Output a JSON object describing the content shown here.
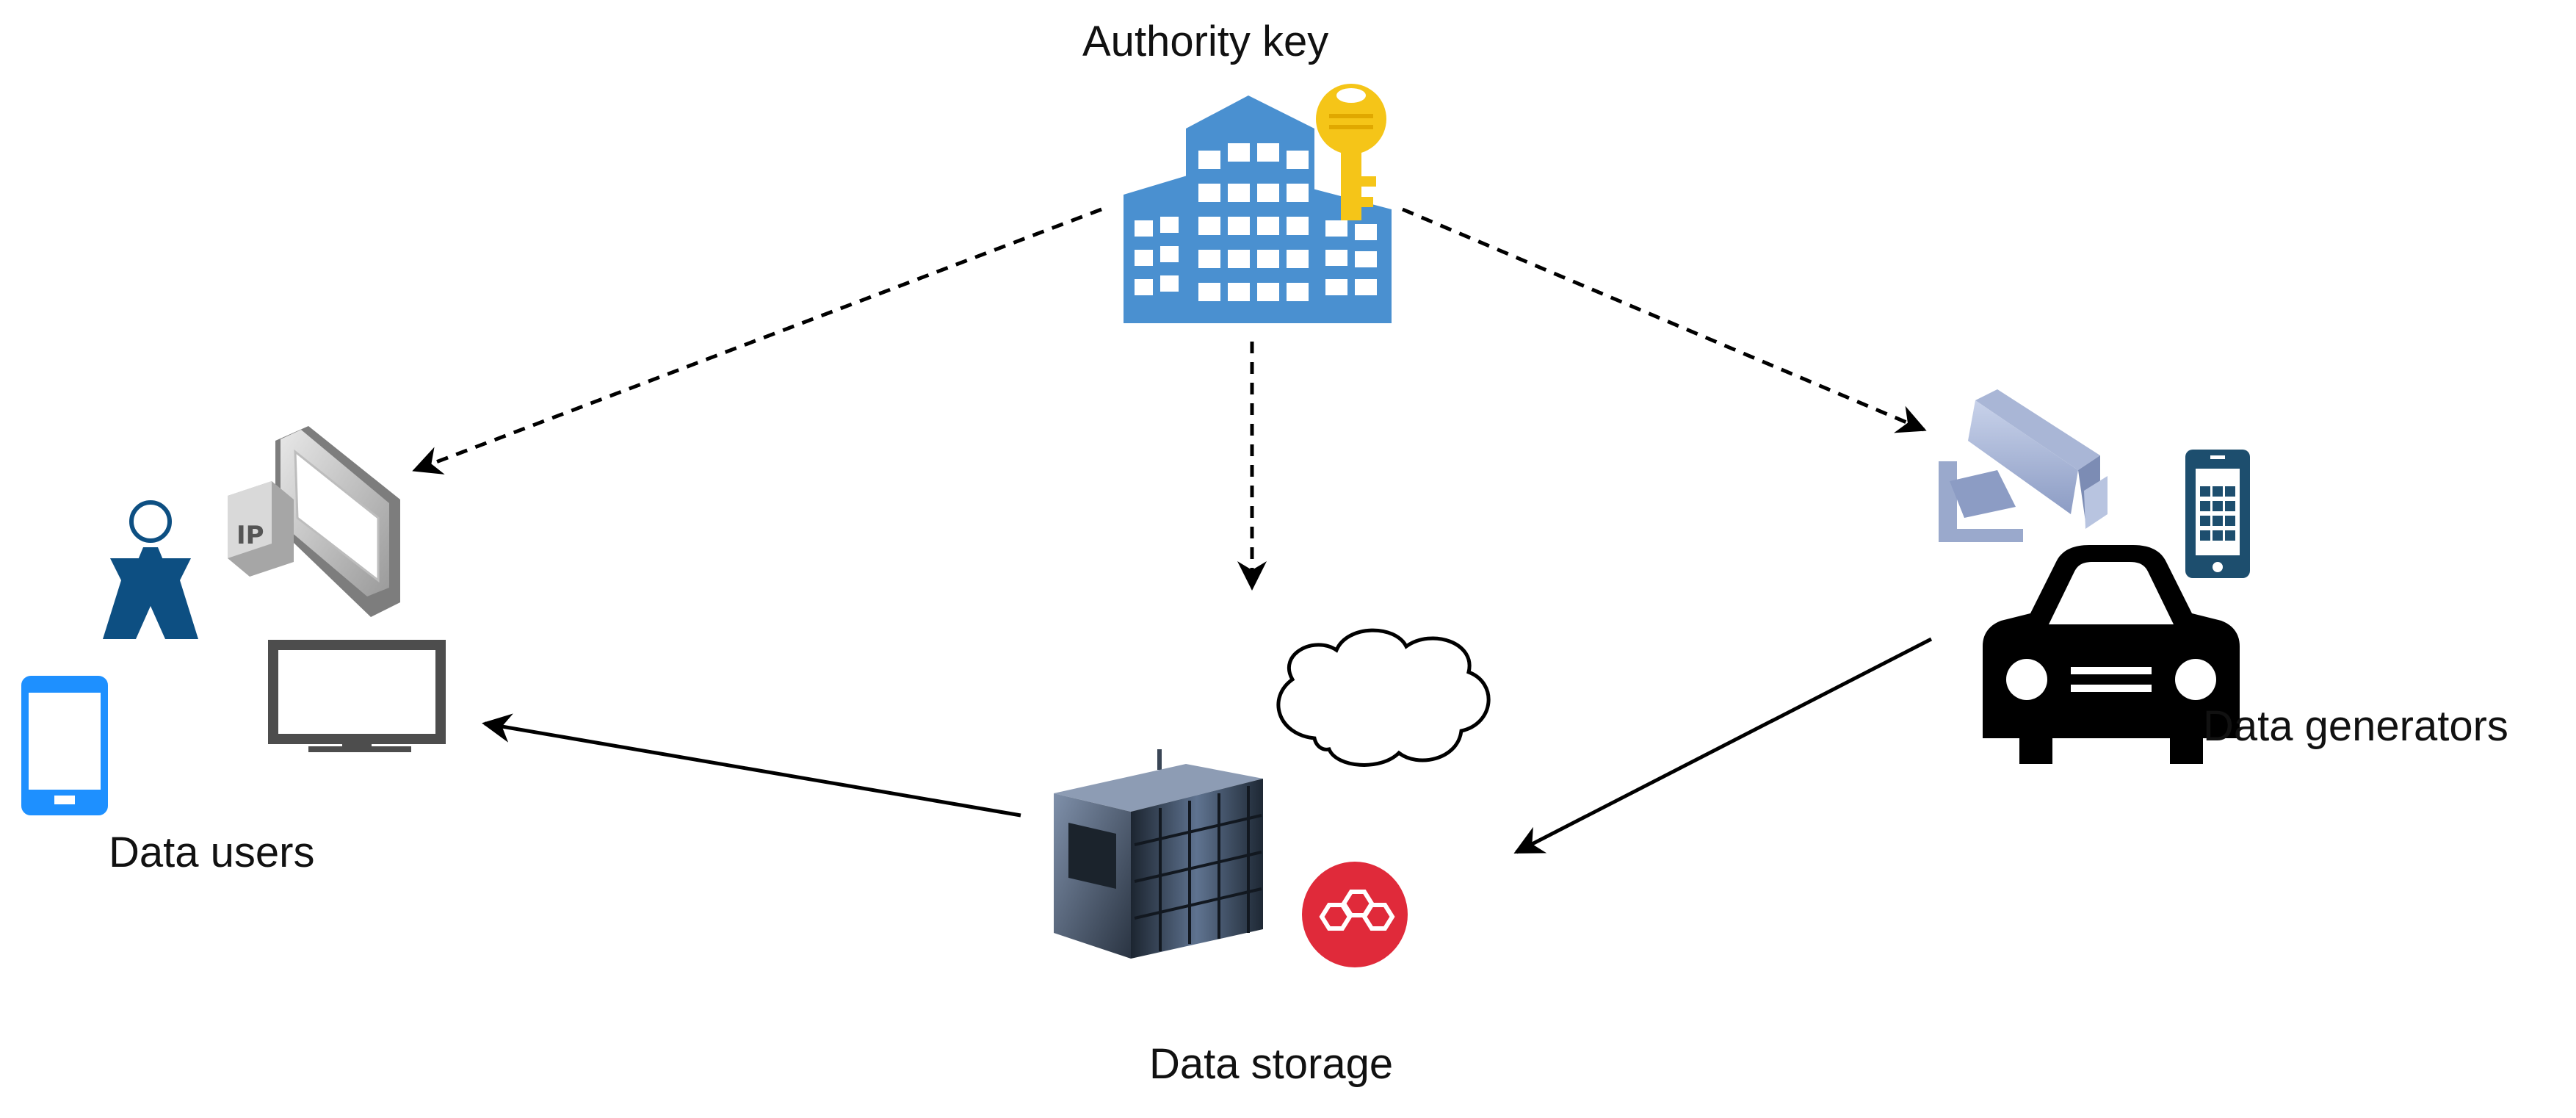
{
  "diagram": {
    "nodes": {
      "authority": {
        "label": "Authority key"
      },
      "users": {
        "label": "Data users"
      },
      "storage": {
        "label": "Data storage"
      },
      "generators": {
        "label": "Data generators"
      }
    },
    "edges": [
      {
        "from": "authority",
        "to": "users",
        "style": "dashed"
      },
      {
        "from": "authority",
        "to": "storage",
        "style": "dashed"
      },
      {
        "from": "authority",
        "to": "generators",
        "style": "dashed"
      },
      {
        "from": "generators",
        "to": "storage",
        "style": "solid"
      },
      {
        "from": "storage",
        "to": "users",
        "style": "solid"
      }
    ],
    "icons": [
      "office-building-icon",
      "key-icon",
      "person-icon",
      "ip-terminal-icon",
      "monitor-icon",
      "tablet-icon",
      "server-rack-icon",
      "cloud-icon",
      "database-node-icon",
      "cctv-camera-icon",
      "smartphone-icon",
      "car-icon"
    ],
    "colors": {
      "building": "#4a90d0",
      "key": "#f5c518",
      "person": "#0d4f82",
      "tablet": "#1e90ff",
      "monitor": "#4d4d4d",
      "terminal": "#8c8c8c",
      "camera": "#9aa9cc",
      "phone": "#1d4e6e",
      "db_badge": "#e02a3a",
      "server": "#2f3b4c",
      "car": "#000000"
    }
  }
}
